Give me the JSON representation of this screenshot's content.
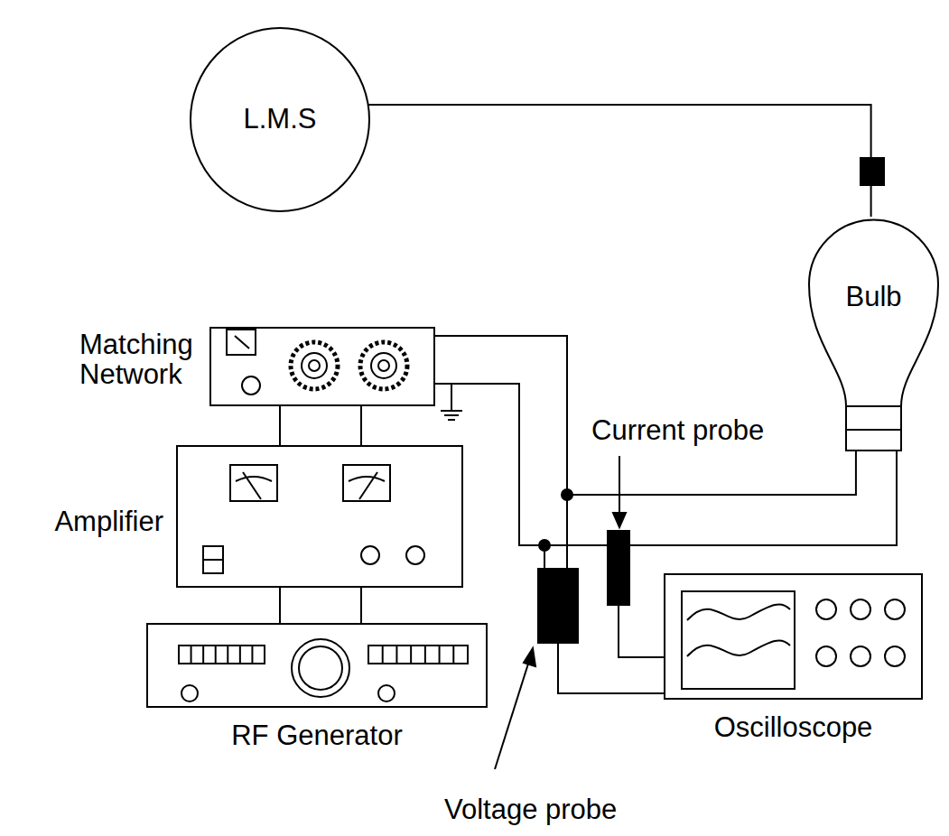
{
  "diagram": {
    "nodes": [
      {
        "text": [
          "L.M.S"
        ]
      },
      {
        "text": [
          "Bulb"
        ]
      },
      {
        "text": [
          "Matching Network"
        ]
      },
      {
        "text": [
          "Current probe"
        ]
      },
      {
        "text": [
          "Amplifier"
        ]
      },
      {
        "text": [
          "Oscilloscope"
        ]
      },
      {
        "text": [
          "RF Generator"
        ]
      },
      {
        "text": [
          "Voltage probe"
        ]
      }
    ],
    "edges": [
      {
        "from": 0,
        "to": 1,
        "arrow": "none"
      },
      {
        "from": 2,
        "to": 1,
        "arrow": "none"
      },
      {
        "from": 2,
        "to": 4,
        "arrow": "none"
      },
      {
        "from": 4,
        "to": 6,
        "arrow": "none"
      },
      {
        "from": 3,
        "to": 5,
        "arrow": "none"
      },
      {
        "from": 7,
        "to": 5,
        "arrow": "none"
      }
    ]
  }
}
